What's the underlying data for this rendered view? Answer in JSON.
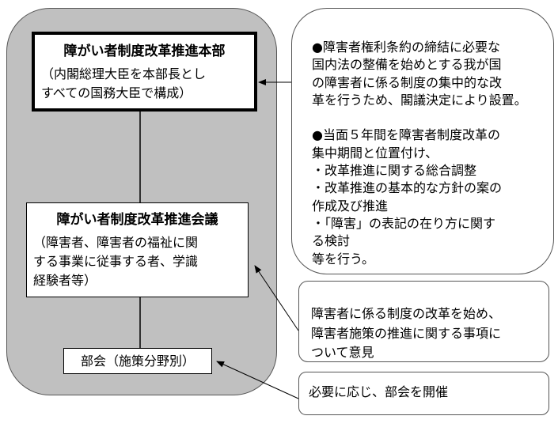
{
  "headquarters": {
    "title": "障がい者制度改革推進本部",
    "description": "（内閣総理大臣を本部長とし\nすべての国務大臣で構成）"
  },
  "council": {
    "title": "障がい者制度改革推進会議",
    "description": "（障害者、障害者の福祉に関\nする事業に従事する者、学識\n経験者等）"
  },
  "subcommittee": {
    "label": "部会（施策分野別）"
  },
  "notes": {
    "headquarters_note": {
      "lines": [
        "●障害者権利条約の締結に必要な",
        "国内法の整備を始めとする我が国",
        "の障害者に係る制度の集中的な改",
        "革を行うため、閣議決定により設置。",
        "",
        "●当面５年間を障害者制度改革の",
        "集中期間と位置付け、",
        "・改革推進に関する総合調整",
        "・改革推進の基本的な方針の案の",
        "作成及び推進",
        "・「障害」の表記の在り方に関す",
        "る検討",
        "等を行う。"
      ]
    },
    "council_note": {
      "lines": [
        "障害者に係る制度の改革を始め、",
        "障害者施策の推進に関する事項に",
        "ついて意見"
      ]
    },
    "subcommittee_note": {
      "lines": [
        "必要に応じ、部会を開催"
      ]
    }
  }
}
